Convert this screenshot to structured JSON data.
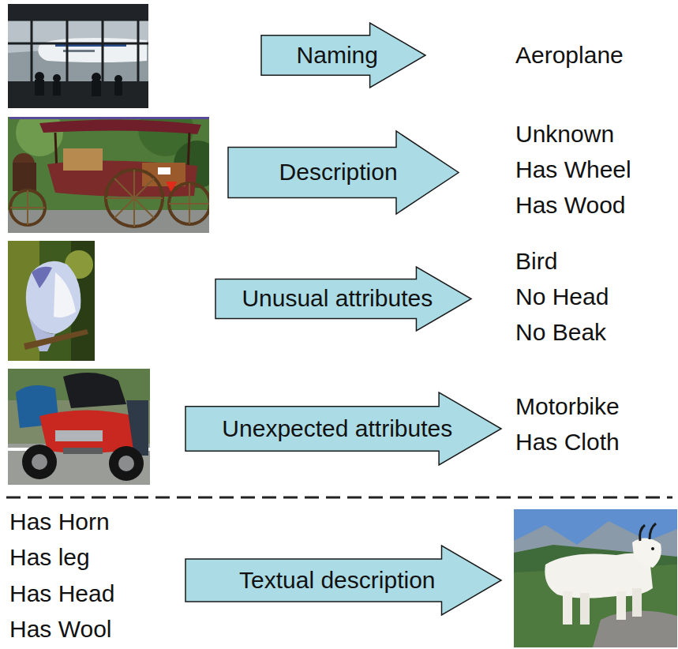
{
  "diagram": {
    "nodes": [
      {
        "text": [
          "Naming"
        ]
      },
      {
        "text": [
          "Description"
        ]
      },
      {
        "text": [
          "Unusual attributes"
        ]
      },
      {
        "text": [
          "Unexpected attributes"
        ]
      },
      {
        "text": [
          "Textual description"
        ]
      }
    ],
    "labels": [
      "Aeroplane",
      "Unknown",
      "Has Wheel",
      "Has Wood",
      "Bird",
      "No Head",
      "No Beak",
      "Motorbike",
      "Has Cloth",
      "Has Horn",
      "Has leg",
      "Has Head",
      "Has Wool"
    ]
  }
}
